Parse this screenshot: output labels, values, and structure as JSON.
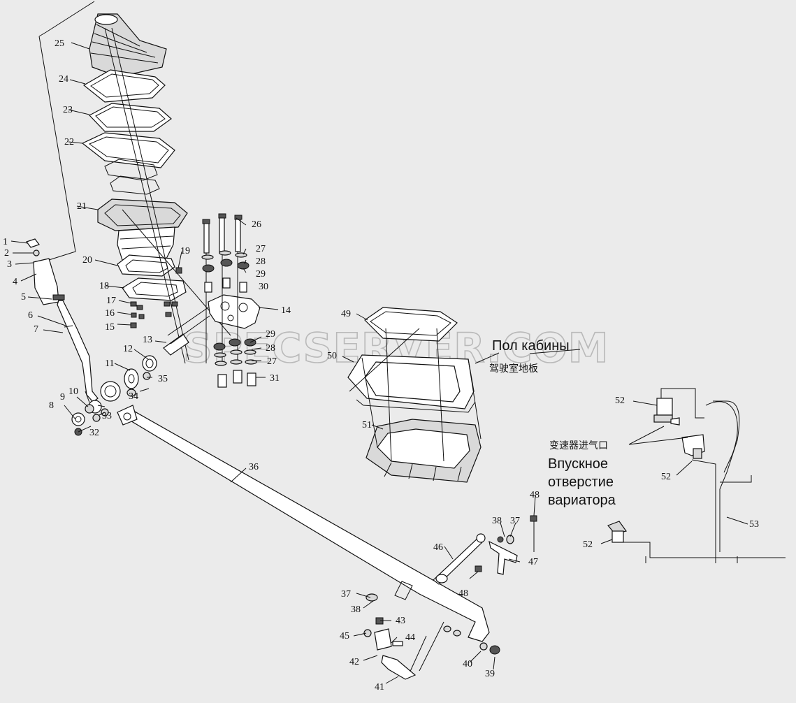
{
  "watermark": "SPECSERVER.COM",
  "labels": {
    "floor_ru": "Пол кабины",
    "floor_cn": "驾驶室地板",
    "inlet_cn": "变速器进气口",
    "inlet_ru_1": "Впускное",
    "inlet_ru_2": "отверстие",
    "inlet_ru_3": "вариатора"
  },
  "callouts": [
    "1",
    "2",
    "3",
    "4",
    "5",
    "6",
    "7",
    "8",
    "9",
    "10",
    "11",
    "12",
    "13",
    "14",
    "15",
    "16",
    "17",
    "18",
    "19",
    "20",
    "21",
    "22",
    "23",
    "24",
    "25",
    "26",
    "27",
    "28",
    "29",
    "30",
    "31",
    "32",
    "33",
    "34",
    "35",
    "36",
    "37",
    "38",
    "39",
    "40",
    "41",
    "42",
    "43",
    "44",
    "45",
    "46",
    "47",
    "48",
    "49",
    "50",
    "51",
    "52",
    "53"
  ]
}
